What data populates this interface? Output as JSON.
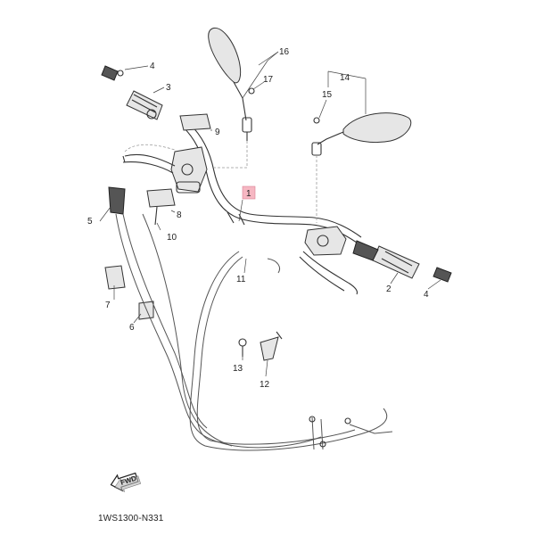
{
  "drawing_code": "1WS1300-N331",
  "fwd_label": "FWD",
  "callouts": {
    "c1": "1",
    "c2": "2",
    "c3": "3",
    "c4a": "4",
    "c4b": "4",
    "c5": "5",
    "c6": "6",
    "c7": "7",
    "c8": "8",
    "c9": "9",
    "c10": "10",
    "c11": "11",
    "c12": "12",
    "c13": "13",
    "c14": "14",
    "c15": "15",
    "c16": "16",
    "c17": "17"
  },
  "highlight_color": "#f6b7c2"
}
